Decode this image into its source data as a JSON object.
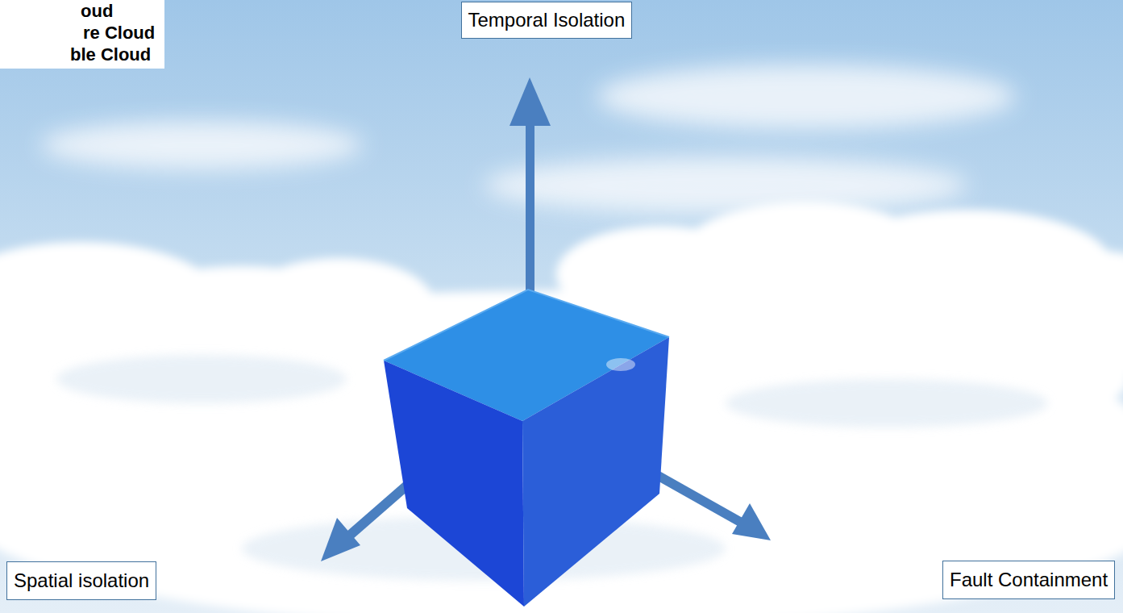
{
  "diagram": {
    "nodes": [
      {
        "text": [
          "oud",
          "re Cloud",
          "ble Cloud"
        ]
      },
      {
        "text": [
          "Temporal Isolation"
        ]
      },
      {
        "text": [
          "Spatial isolation"
        ]
      },
      {
        "text": [
          "Fault Containment"
        ]
      }
    ]
  }
}
